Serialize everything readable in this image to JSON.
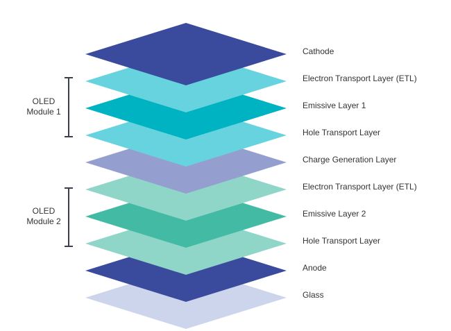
{
  "layers": [
    {
      "label": "Cathode",
      "color": "#3a4a9c"
    },
    {
      "label": "Electron Transport Layer (ETL)",
      "color": "#67d3de"
    },
    {
      "label": "Emissive Layer 1",
      "color": "#00b3c2"
    },
    {
      "label": "Hole Transport Layer",
      "color": "#67d3de"
    },
    {
      "label": "Charge Generation Layer",
      "color": "#949fcf"
    },
    {
      "label": "Electron Transport Layer (ETL)",
      "color": "#8fd6c8"
    },
    {
      "label": "Emissive Layer 2",
      "color": "#43bba4"
    },
    {
      "label": "Hole Transport Layer",
      "color": "#8fd6c8"
    },
    {
      "label": "Anode",
      "color": "#3a4a9c"
    },
    {
      "label": "Glass",
      "color": "#ccd5ec"
    }
  ],
  "modules": [
    {
      "line1": "OLED",
      "line2": "Module 1"
    },
    {
      "line1": "OLED",
      "line2": "Module 2"
    }
  ],
  "bracket_color": "#3a3f4b"
}
